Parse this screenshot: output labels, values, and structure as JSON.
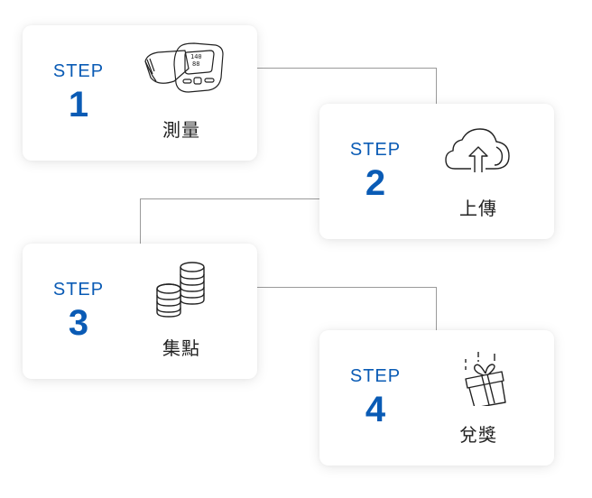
{
  "steps": [
    {
      "label": "STEP",
      "number": "1",
      "caption": "測量",
      "icon": "blood-pressure-monitor-icon"
    },
    {
      "label": "STEP",
      "number": "2",
      "caption": "上傳",
      "icon": "cloud-upload-icon"
    },
    {
      "label": "STEP",
      "number": "3",
      "caption": "集點",
      "icon": "coin-stacks-icon"
    },
    {
      "label": "STEP",
      "number": "4",
      "caption": "兌獎",
      "icon": "gift-box-icon"
    }
  ],
  "colors": {
    "accent": "#0a5bb5",
    "connector": "#9a9a9a",
    "caption": "#222222"
  },
  "monitor_display": {
    "line1": "140",
    "line2": "88"
  }
}
